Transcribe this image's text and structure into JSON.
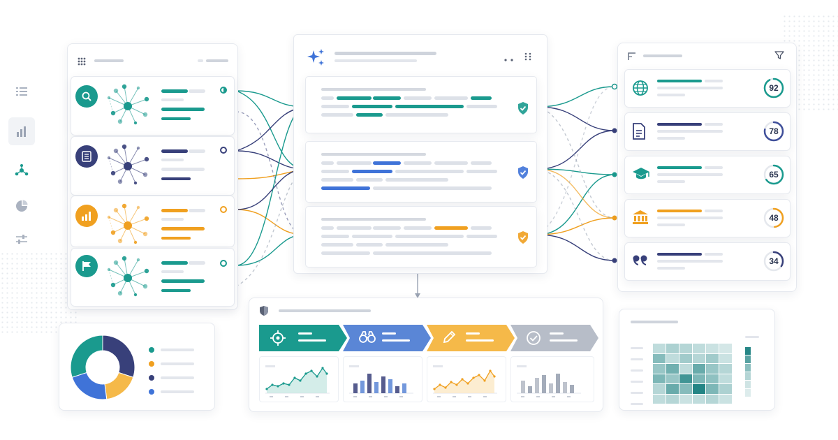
{
  "scores": [
    {
      "label": "92",
      "value": 92,
      "color": "#1a9a8e",
      "icon": "globe-icon"
    },
    {
      "label": "78",
      "value": 78,
      "color": "#38407a",
      "icon": "document-icon"
    },
    {
      "label": "65",
      "value": 65,
      "color": "#1a9a8e",
      "icon": "graduation-cap-icon"
    },
    {
      "label": "48",
      "value": 48,
      "color": "#f0a020",
      "icon": "bank-icon"
    },
    {
      "label": "34",
      "value": 34,
      "color": "#38407a",
      "icon": "quote-icon"
    }
  ],
  "sources": [
    {
      "icon": "search-icon",
      "color": "#1a9a8e"
    },
    {
      "icon": "document-list-icon",
      "color": "#38407a"
    },
    {
      "icon": "bar-chart-icon",
      "color": "#f0a020"
    },
    {
      "icon": "flag-icon",
      "color": "#1a9a8e"
    }
  ],
  "pipeline": [
    {
      "icon": "target-icon",
      "color": "#1a9a8e"
    },
    {
      "icon": "binoculars-icon",
      "color": "#5a86d6"
    },
    {
      "icon": "pencil-icon",
      "color": "#f5b949"
    },
    {
      "icon": "check-circle-icon",
      "color": "#b7bdc8"
    }
  ],
  "sidebar_icons": [
    "list-icon",
    "bar-chart-icon",
    "network-icon",
    "pie-chart-icon",
    "sliders-icon"
  ],
  "colors": {
    "teal": "#1a9a8e",
    "navy": "#38407a",
    "orange": "#f0a020",
    "blue": "#3f73d8",
    "gray": "#b7bdc8"
  },
  "donut": [
    {
      "value": 30,
      "color": "#38407a"
    },
    {
      "value": 18,
      "color": "#f5b949"
    },
    {
      "value": 22,
      "color": "#3f73d8"
    },
    {
      "value": 30,
      "color": "#1a9a8e"
    }
  ]
}
